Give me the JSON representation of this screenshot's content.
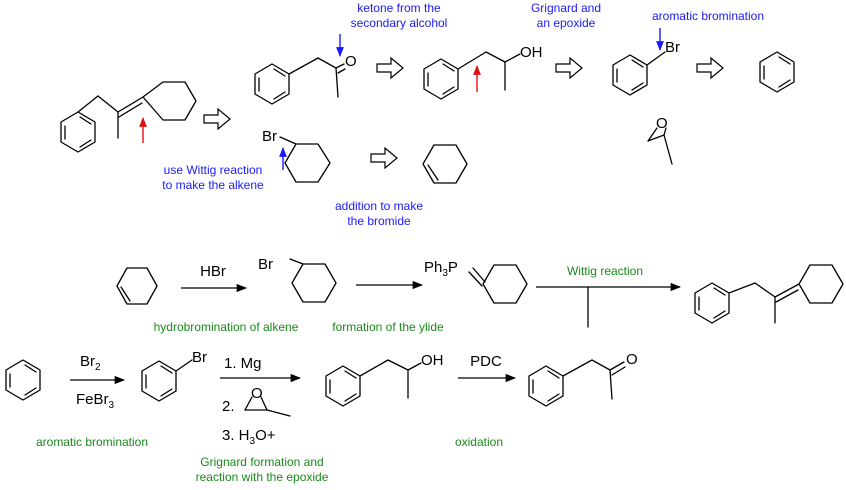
{
  "colors": {
    "annotation_blue": "#1a1aff",
    "annotation_green": "#1a8a1a",
    "red_arrow": "#e01010",
    "blue_arrow": "#1a1aff"
  },
  "atoms": {
    "O": "O",
    "OH": "OH",
    "Br": "Br",
    "Ph3P": "Ph",
    "sub3": "3",
    "P": "P"
  },
  "retro_labels": {
    "ketone": [
      "ketone from the",
      "secondary alcohol"
    ],
    "grignard": [
      "Grignard and",
      "an epoxide"
    ],
    "aromatic": "aromatic bromination",
    "wittig": [
      "use Wittig reaction",
      "to make the alkene"
    ],
    "addition": [
      "addition to make",
      "the bromide"
    ]
  },
  "forward_labels": {
    "hydrobromination": "hydrobromination of alkene",
    "ylide": "formation of the ylide",
    "wittig": "Wittig reaction",
    "aromatic": "aromatic bromination",
    "grignard": [
      "Grignard formation and",
      "reaction with the epoxide"
    ],
    "oxidation": "oxidation"
  },
  "reagents": {
    "hbr": "HBr",
    "br2": "Br",
    "br2_sub": "2",
    "febr3": "FeBr",
    "febr3_sub": "3",
    "step1": "1. Mg",
    "step2": "2.",
    "step3": "3. H",
    "step3_sub": "3",
    "step3_end": "O+",
    "pdc": "PDC"
  }
}
